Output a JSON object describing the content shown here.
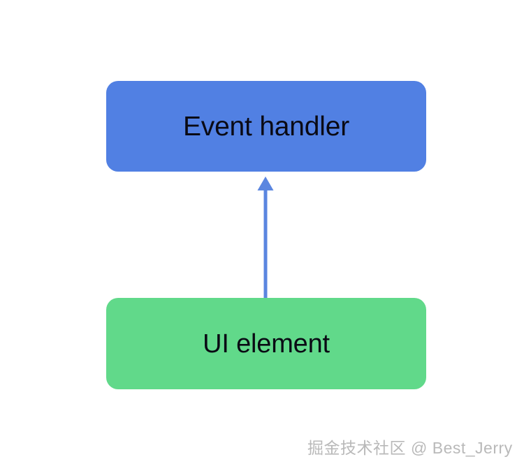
{
  "diagram": {
    "type": "flowchart",
    "background_color": "#ffffff",
    "nodes": [
      {
        "id": "event-handler",
        "label": "Event handler",
        "shape": "rounded-rectangle",
        "fill_color": "#5180e3",
        "text_color": "#0a0a14"
      },
      {
        "id": "ui-element",
        "label": "UI element",
        "shape": "rounded-rectangle",
        "fill_color": "#61d98a",
        "text_color": "#0a0a14"
      }
    ],
    "edges": [
      {
        "id": "ui-element-to-event-handler",
        "from": "ui-element",
        "to": "event-handler",
        "label": "",
        "direction": "up",
        "arrowhead": "triangle",
        "color": "#5b86e0"
      }
    ]
  },
  "watermark": {
    "community": "掘金技术社区",
    "handle": "@ Best_Jerry",
    "color": "#b9b9b9"
  }
}
